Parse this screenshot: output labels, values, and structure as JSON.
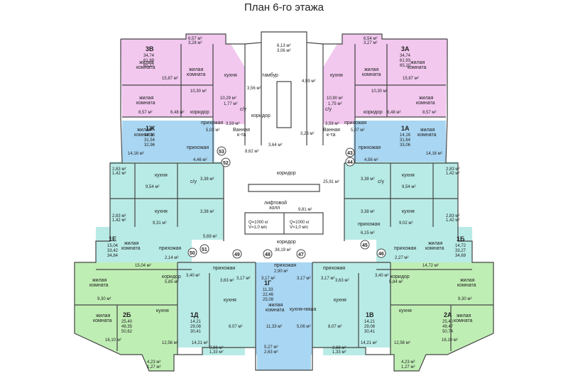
{
  "title": "План 6-го этажа",
  "colors": {
    "pink": "#f2c8ef",
    "blue": "#a9d6f2",
    "green": "#bfeeb4",
    "cyan": "#b8ebe6",
    "white": "#ffffff",
    "wall": "#444444"
  },
  "labels": {
    "living": "жилая комната",
    "living_l1": "жилая",
    "living_l2": "комната",
    "kitchen": "кухня",
    "corridor": "коридор",
    "hall": "прихожая",
    "bath_l1": "Ванная",
    "bath_l2": "к-та",
    "wc": "с/у",
    "tambur": "тамбур",
    "lift_l1": "лифтовой",
    "lift_l2": "холл",
    "kitchen_niche": "кухня-ниша",
    "lift1_l1": "Q=1000 кг",
    "lift1_l2": "V=1,0 м/с",
    "lift2_l1": "Q=1000 кг",
    "lift2_l2": "V=1,0 м/с"
  },
  "apartments": [
    {
      "code": "3В",
      "a": "34,74",
      "b": "61,89",
      "c": "65,17"
    },
    {
      "code": "3А",
      "a": "34,74",
      "b": "61,93",
      "c": "65,20"
    },
    {
      "code": "1Ж",
      "a": "14,16",
      "b": "31,54",
      "c": "32,96"
    },
    {
      "code": "1А",
      "a": "14,16",
      "b": "31,64",
      "c": "33,06"
    },
    {
      "code": "1Е",
      "a": "15,04",
      "b": "33,42",
      "c": "34,84"
    },
    {
      "code": "1Б",
      "a": "14,72",
      "b": "33,27",
      "c": "34,69"
    },
    {
      "code": "2Б",
      "a": "25,40",
      "b": "49,35",
      "c": "50,62"
    },
    {
      "code": "2А",
      "a": "25,40",
      "b": "49,47",
      "c": "50,74"
    },
    {
      "code": "1Д",
      "a": "14,21",
      "b": "29,08",
      "c": "30,41"
    },
    {
      "code": "1В",
      "a": "14,21",
      "b": "29,08",
      "c": "30,41"
    },
    {
      "code": "1Г",
      "a": "11,33",
      "b": "22,46",
      "c": "25,09"
    }
  ],
  "areas": {
    "a657": "6,57 м²",
    "a328": "3,28 м²",
    "a613": "6,13 м²",
    "a306": "3,06 м²",
    "a654": "6,54 м²",
    "a327": "3,27 м²",
    "a1587": "15,87 м²",
    "a1030": "10,30 м²",
    "a1029": "10,29 м²",
    "a1090": "10,90 м²",
    "a356": "3,56 м²",
    "a459": "4,59 м²",
    "a857": "8,57 м²",
    "a648": "6,48 м²",
    "a177": "1,77 м²",
    "a175": "1,75 м²",
    "a502": "5,02 м²",
    "a507": "5,07 м²",
    "a359": "3,59 м²",
    "a323": "3,23 м²",
    "a862": "8,62 м²",
    "a364": "3,64 м²",
    "a1416": "14,16 м²",
    "a446": "4,46 м²",
    "a456": "4,56 м²",
    "a283": "2,83 м²",
    "a142": "1,42 м²",
    "a954": "9,54 м²",
    "a338": "3,38 м²",
    "a2591": "25,91 м²",
    "a931": "9,31 м²",
    "a902": "9,02 м²",
    "a981": "9,81 м²",
    "a569": "5,69 м²",
    "a615": "6,15 м²",
    "a3819": "38,19 м²",
    "a214": "2,14 м²",
    "a227": "2,27 м²",
    "a1504": "15,04 м²",
    "a1472": "14,72 м²",
    "a340": "3,40 м²",
    "a290": "2,90 м²",
    "a317": "3,17 м²",
    "a363": "3,63 м²",
    "a585": "5,85 м²",
    "a584": "5,84 м²",
    "a930": "9,30 м²",
    "a1133": "11,33 м²",
    "a807": "8,07 м²",
    "a506": "5,06 м²",
    "a1256": "12,56 м²",
    "a1421": "14,21 м²",
    "a1610": "16,10 м²",
    "a266": "2,66 м²",
    "a133": "1,33 м²",
    "a527": "5,27 м²",
    "a263": "2,63 м²",
    "a423": "4,23 м²",
    "a127": "1,27 м²"
  },
  "markers": [
    "53",
    "52",
    "43",
    "44",
    "51",
    "50",
    "49",
    "48",
    "47",
    "46",
    "45"
  ]
}
